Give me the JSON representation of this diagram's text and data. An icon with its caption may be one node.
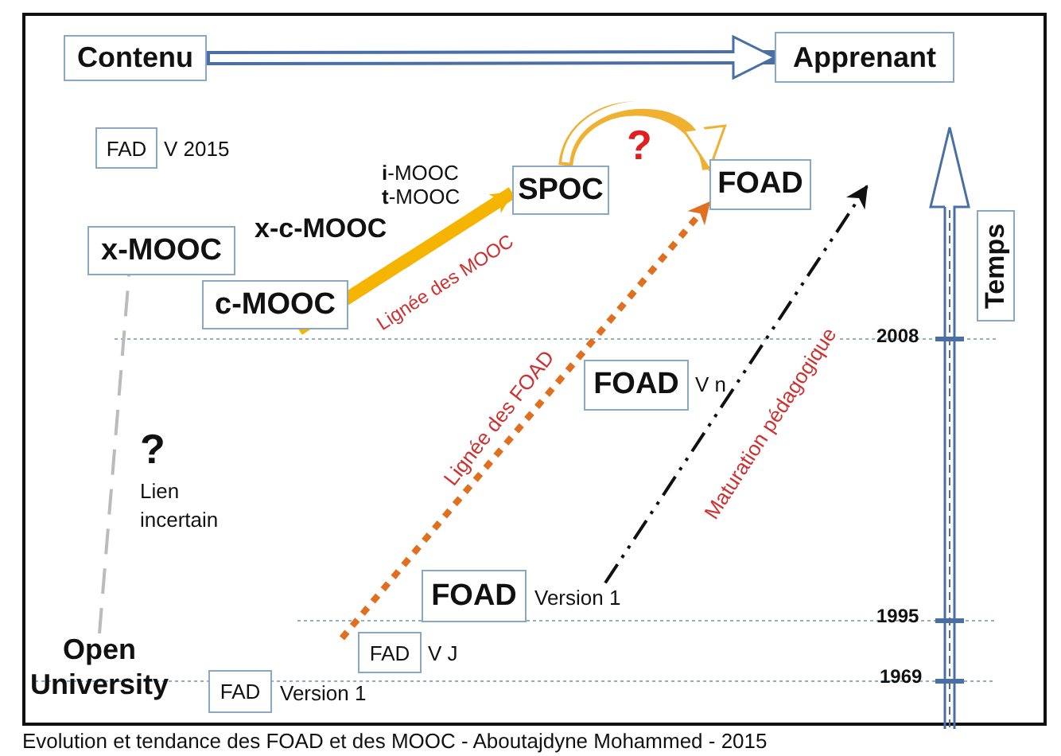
{
  "diagram": {
    "caption": "Evolution et tendance des FOAD et des MOOC - Aboutajdyne Mohammed - 2015",
    "nodes": [
      {
        "text": [
          "Contenu"
        ]
      },
      {
        "text": [
          "Apprenant"
        ]
      },
      {
        "text": [
          "FAD"
        ],
        "beside": [
          "V 2015"
        ]
      },
      {
        "text": [
          "x-MOOC"
        ]
      },
      {
        "text": [
          "c-MOOC"
        ]
      },
      {
        "text": [
          "SPOC"
        ]
      },
      {
        "text": [
          "FOAD"
        ]
      },
      {
        "text": [
          "FOAD"
        ],
        "beside": [
          "V n"
        ]
      },
      {
        "text": [
          "FOAD"
        ],
        "beside": [
          "Version 1"
        ]
      },
      {
        "text": [
          "FAD"
        ],
        "beside": [
          "V J"
        ]
      },
      {
        "text": [
          "FAD"
        ],
        "beside": [
          "Version 1"
        ]
      },
      {
        "text": [
          "Temps"
        ]
      },
      {
        "text": [
          "Open University"
        ]
      }
    ],
    "edges": [
      {
        "from": 0,
        "to": 1,
        "arrow": "to",
        "style": "thick",
        "color": "#4a6fa5"
      },
      {
        "from": 4,
        "to": 5,
        "arrow": "to",
        "label": "Lignée des MOOC",
        "style": "thick",
        "color": "#f5b400"
      },
      {
        "from": 5,
        "to": 6,
        "arrow": "to",
        "label": "?",
        "style": "thick",
        "color": "#f0b030"
      },
      {
        "from": 9,
        "to": 6,
        "arrow": "to",
        "label": "Lignée des FOAD",
        "style": "dashed",
        "color": "#e07020"
      },
      {
        "from": 8,
        "to": null,
        "arrow": "to",
        "label": "Maturation pédagogique",
        "style": "dashed",
        "color": "#111111"
      },
      {
        "from": 12,
        "to": 3,
        "arrow": "none",
        "style": "dashed",
        "color": "#bbbbbb"
      }
    ],
    "labels": [
      "**i**-MOOC",
      "**t**-MOOC",
      "x-c-MOOC",
      "2008",
      "?",
      "Lien incertain",
      "1995",
      "1969"
    ]
  }
}
